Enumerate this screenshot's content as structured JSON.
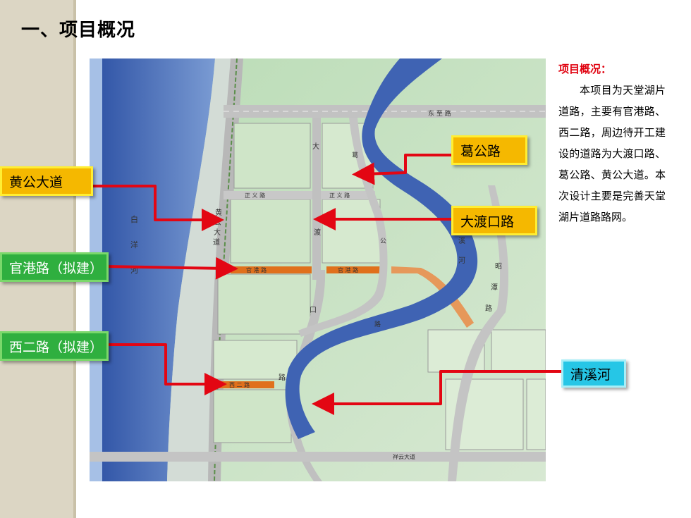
{
  "title": "一、项目概况",
  "callouts": {
    "huanggong": "黄公大道",
    "guangang": "官港路（拟建）",
    "xier": "西二路（拟建）",
    "gegong": "葛公路",
    "dadukou": "大渡口路",
    "qingxi": "清溪河"
  },
  "side": {
    "heading": "项目概况：",
    "body": "本项目为天堂湖片道路，主要有官港路、西二路，周边待开工建设的道路为大渡口路、葛公路、黄公大道。本次设计主要是完善天堂湖片道路路网。"
  },
  "map": {
    "roads": {
      "dongzhi": "东 至 路",
      "zhengyi_w": "正  义  路",
      "zhengyi_e": "正  义  路",
      "guangang_w": "官  港  路",
      "guangang_e": "官  港  路",
      "xier": "西  二  路",
      "xiangyun": "祥云大道"
    },
    "vertical": {
      "huanggong": [
        "黄",
        "公",
        "大",
        "道"
      ],
      "baiyang": [
        "白",
        "洋",
        "河"
      ],
      "dadu": [
        "大",
        "渡",
        "口",
        "路"
      ],
      "xi": [
        "溪",
        "河"
      ],
      "zhaotan": [
        "昭",
        "潭",
        "路"
      ],
      "ge": [
        "葛",
        "公",
        "路"
      ]
    }
  },
  "colors": {
    "water": "#3f63b3",
    "land": "#c4dfc0",
    "road": "#c9c9c9",
    "proposed": "#e0701c",
    "arrow": "#e30613",
    "accent_red": "#e0000e"
  }
}
